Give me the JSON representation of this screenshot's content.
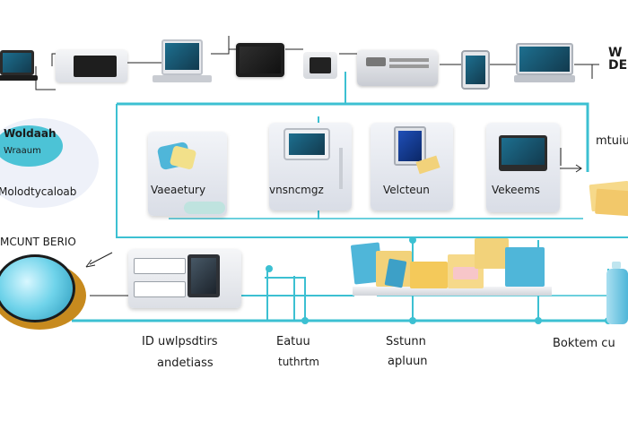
{
  "labels": {
    "top_right": "W\nDE",
    "left_bubble_1": "Woldaah",
    "left_bubble_2": "Wraaum",
    "left_caption": "Molodtycaloab",
    "card_1": "Vaeaetury",
    "card_2": "vnsncmgz",
    "card_3": "Velcteun",
    "card_4": "Vekeems",
    "right_mid": "mtuiu",
    "left_section": "MCUNT BERIO",
    "bottom_1_line1": "ID uwlpsdtirs",
    "bottom_1_line2": "andetiass",
    "bottom_2_line1": "Eatuu",
    "bottom_2_line2": "tuthrtm",
    "bottom_3_line1": "Sstunn",
    "bottom_3_line2": "apluun",
    "bottom_4": "Boktem cu"
  },
  "colors": {
    "accent": "#3cc0d2",
    "connector": "#222222",
    "folder_yellow": "#f2d27a",
    "folder_blue": "#4fb6d9",
    "screen_blue": "#1d6f8f"
  }
}
